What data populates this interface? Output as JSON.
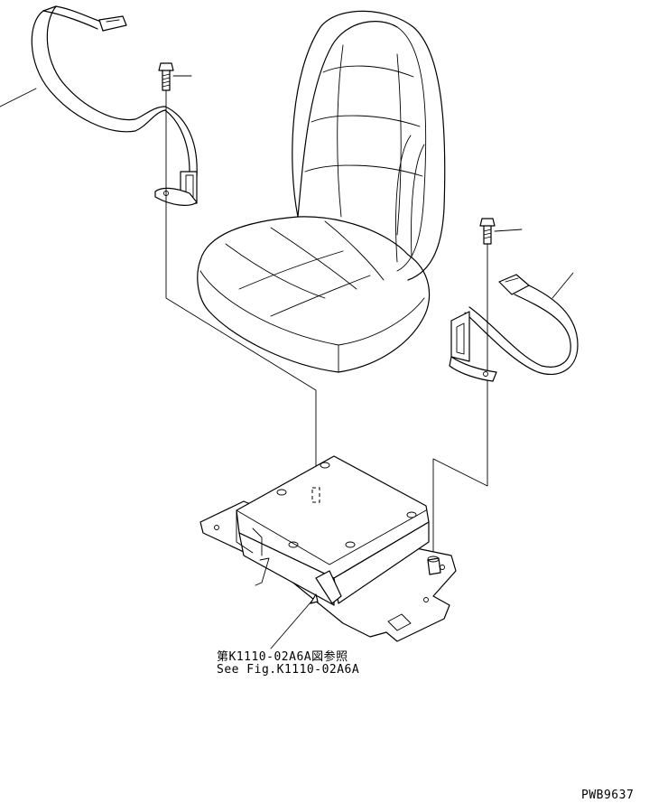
{
  "reference": {
    "japanese": "第K1110-02A6A図参照",
    "english": "See Fig.K1110-02A6A"
  },
  "drawing_code": "PWB9637"
}
